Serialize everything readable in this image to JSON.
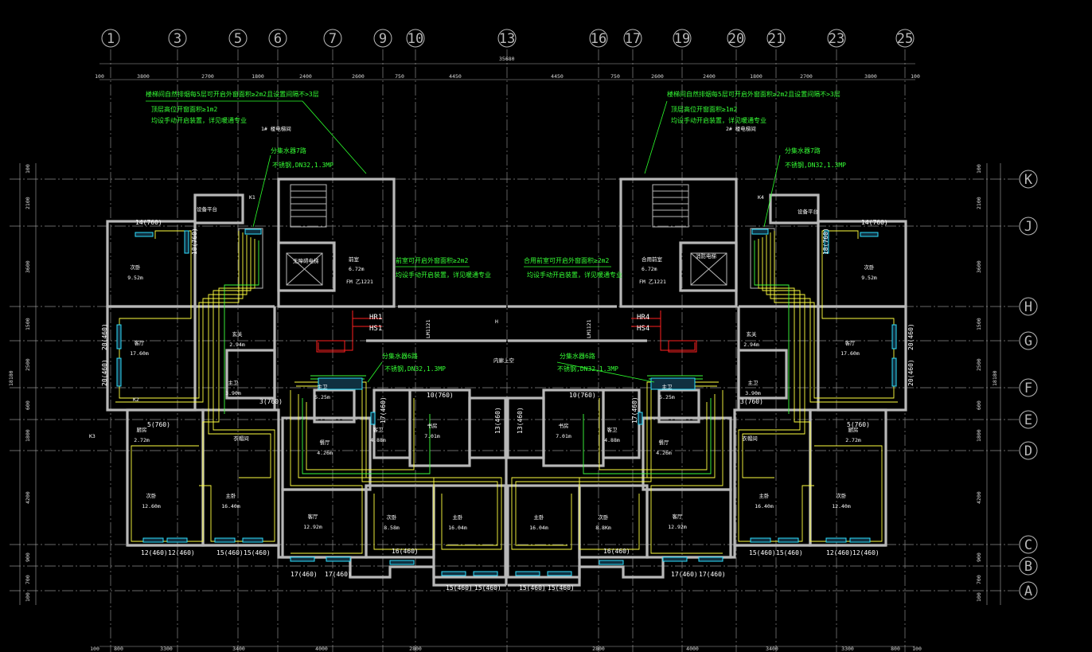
{
  "drawing": {
    "axes_top": [
      "1",
      "3",
      "5",
      "6",
      "7",
      "9",
      "10",
      "13",
      "16",
      "17",
      "19",
      "20",
      "21",
      "23",
      "25"
    ],
    "axes_right": [
      "K",
      "J",
      "H",
      "G",
      "F",
      "E",
      "D",
      "C",
      "B",
      "A"
    ],
    "dim_total": "35680",
    "dims_top": [
      "100",
      "3800",
      "2700",
      "1800",
      "2400",
      "2600",
      "750",
      "4450",
      "4450",
      "750",
      "2600",
      "2400",
      "1800",
      "2700",
      "3800",
      "100"
    ],
    "dims_bottom": [
      "100",
      "800",
      "3300",
      "3400",
      "4000",
      "2800",
      "2800",
      "4000",
      "3400",
      "3300",
      "800",
      "100"
    ],
    "dims_left": [
      "100",
      "2100",
      "3600",
      "1500",
      "2500",
      "600",
      "1800",
      "4200",
      "900",
      "700",
      "100"
    ],
    "dims_left_total": "18180",
    "dims_right": [
      "100",
      "2100",
      "3600",
      "1500",
      "2500",
      "600",
      "1800",
      "4200",
      "900",
      "700",
      "100"
    ],
    "dims_right_total": "18180"
  },
  "notes": {
    "left_top_1": "楼梯间自然排烟每5层可开启外窗面积≥2m2且设置间隔不>3层",
    "left_top_2": "顶层高位开窗面积≥1m2",
    "left_top_3": "均设手动开启装置，详见暖通专业",
    "right_top_1": "楼梯间自然排烟每5层可开启外窗面积≥2m2且设置间隔不>3层",
    "right_top_2": "顶层高位开窗面积≥1m2",
    "right_top_3": "均设手动开启装置，详见暖通专业",
    "elev_left": "1# 楼电梯间",
    "elev_right": "2# 楼电梯间",
    "mid_left_1": "前室可开启外窗面积≥2m2",
    "mid_left_2": "均设手动开启装置，详见暖通专业",
    "mid_right_1": "合用前室可开启外窗面积≥2m2",
    "mid_right_2": "均设手动开启装置，详见暖通专业",
    "riser_left_1": "分集水器7路",
    "riser_left_2": "不锈钢,DN32,1.3MP",
    "riser_right_1": "分集水器7路",
    "riser_right_2": "不锈钢,DN32,1.3MP",
    "center_left_1": "分集水器6路",
    "center_left_2": "不锈钢,DN32,1.3MP",
    "center_right_1": "分集水器6路",
    "center_right_2": "不锈钢,DN32,1.3MP",
    "hr1": "HR1",
    "hs1": "HS1",
    "hr4": "HR4",
    "hs4": "HS4",
    "tag_k1": "K1",
    "tag_k2": "K2",
    "tag_k3": "K3",
    "tag_k4": "K4",
    "corridor": "内廊上空",
    "lm1": "LM1121",
    "fm_l": "FM 乙1221",
    "fm_r": "FM 乙1221",
    "h_mark": "H",
    "elev": "无障碍电梯",
    "elev2": "消防电梯",
    "front": "前室",
    "front_area": "6.72m",
    "front2": "合用前室",
    "front2_area": "6.72m",
    "device": "设备平台"
  },
  "rooms_left": [
    {
      "name": "次卧",
      "area": "9.52m"
    },
    {
      "name": "客厅",
      "area": "17.60m"
    },
    {
      "name": "玄关",
      "area": "2.94m"
    },
    {
      "name": "主卫",
      "area": "3.90m"
    },
    {
      "name": "厨房",
      "area": "2.72m"
    },
    {
      "name": "次卧",
      "area": "12.60m"
    },
    {
      "name": "主卧",
      "area": "16.40m"
    },
    {
      "name": "衣帽间",
      "area": ""
    },
    {
      "name": "客厅",
      "area": "12.92m"
    },
    {
      "name": "餐厅",
      "area": "4.26m"
    },
    {
      "name": "客卫",
      "area": "4.88m"
    },
    {
      "name": "书房",
      "area": "7.01m"
    },
    {
      "name": "次卧",
      "area": "8.58m"
    },
    {
      "name": "主卧",
      "area": "16.04m"
    },
    {
      "name": "主卫",
      "area": "5.25m"
    }
  ],
  "rooms_right": [
    {
      "name": "次卧",
      "area": "9.52m"
    },
    {
      "name": "客厅",
      "area": "17.60m"
    },
    {
      "name": "玄关",
      "area": "2.94m"
    },
    {
      "name": "主卫",
      "area": "3.90m"
    },
    {
      "name": "厨房",
      "area": "2.72m"
    },
    {
      "name": "次卧",
      "area": "12.40m"
    },
    {
      "name": "主卧",
      "area": "16.40m"
    },
    {
      "name": "衣帽间",
      "area": ""
    },
    {
      "name": "客厅",
      "area": "12.92m"
    },
    {
      "name": "餐厅",
      "area": "4.26m"
    },
    {
      "name": "客卫",
      "area": "4.88m"
    },
    {
      "name": "书房",
      "area": "7.01m"
    },
    {
      "name": "次卧",
      "area": "8.8Km"
    },
    {
      "name": "主卧",
      "area": "16.04m"
    },
    {
      "name": "主卫",
      "area": "5.25m"
    }
  ],
  "loops": {
    "l14": "14(760)",
    "l18": "18(760)",
    "l20a": "20(460)",
    "l20b": "20(460)",
    "l3": "3(760)",
    "l5": "5(760)",
    "l10": "10(760)",
    "l17": "17(460)",
    "l13": "13(460)",
    "l12a": "12(460)",
    "l12b": "12(460)",
    "l15a": "15(460)",
    "l15b": "15(460)",
    "l16": "16(460)",
    "l17a": "17(460)",
    "l17b": "17(460)",
    "l15c": "15(460)",
    "l15d": "15(460)"
  }
}
